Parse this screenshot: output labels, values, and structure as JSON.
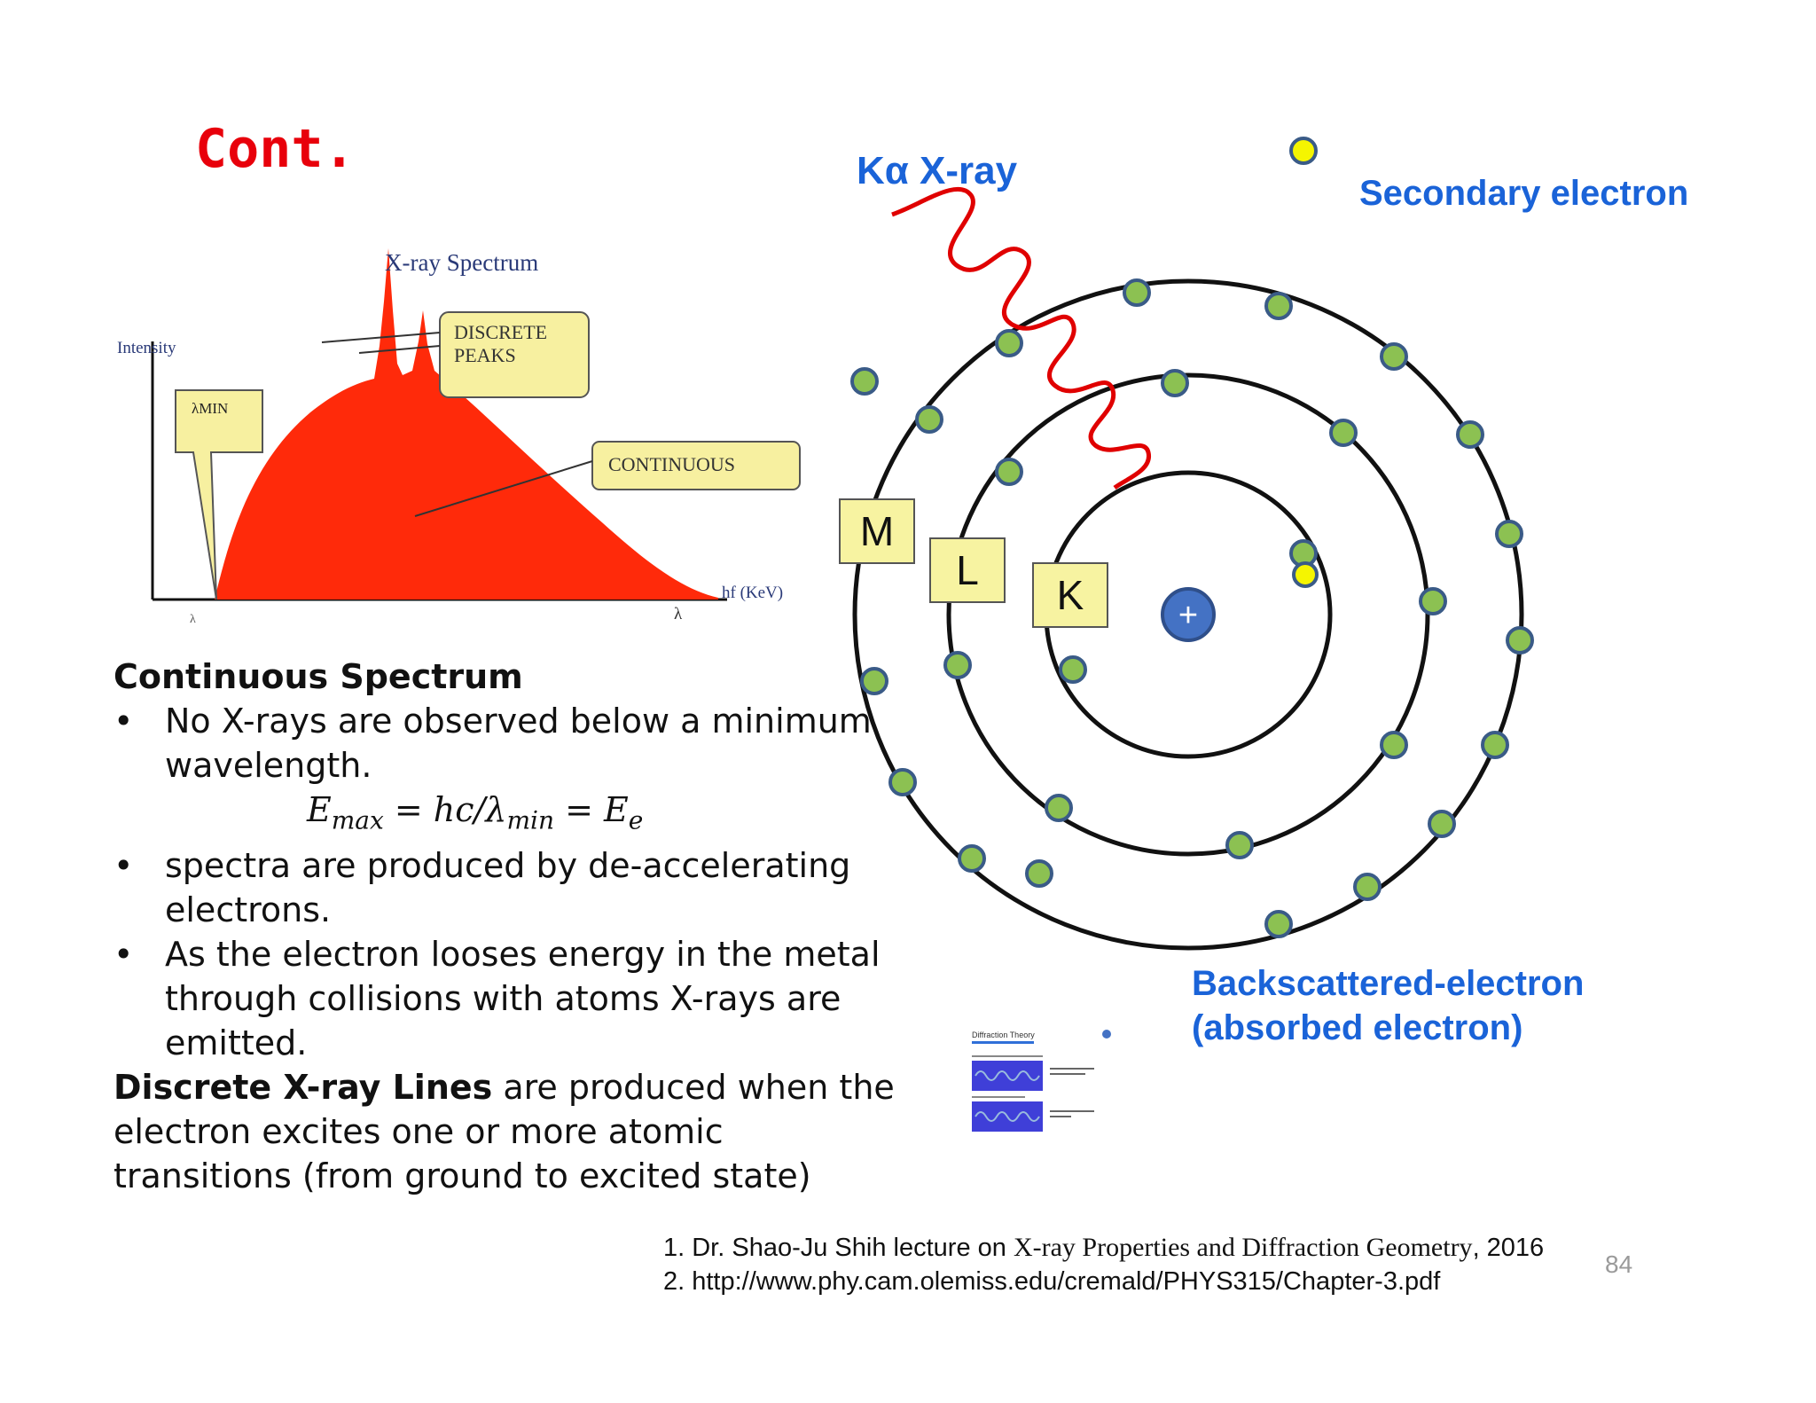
{
  "slide": {
    "title": "Cont.",
    "page_number": "84"
  },
  "spectrum_figure": {
    "title": "X-ray Spectrum",
    "y_label": "Intensity",
    "x_label": "hf (KeV)",
    "lambda_label": "λ",
    "lambda_min_tick": "λ",
    "callouts": {
      "lambda_min": "λMIN",
      "discrete_peaks_line1": "DISCRETE",
      "discrete_peaks_line2": "PEAKS",
      "continuous": "CONTINUOUS"
    },
    "colors": {
      "fill": "#ff2a0a",
      "callout": "#f7f0a0"
    }
  },
  "atom_figure": {
    "kalpha_label": "Kα X-ray",
    "secondary_label": "Secondary electron",
    "backscatter_line1": "Backscattered-electron",
    "backscatter_line2": "(absorbed electron)",
    "shells": {
      "m": "M",
      "l": "L",
      "k": "K"
    },
    "nucleus": "+",
    "colors": {
      "electron": "#8cc152",
      "secondary": "#f5f500",
      "nucleus": "#4472c4",
      "xray": "#e00000"
    }
  },
  "text": {
    "continuous_heading": "Continuous Spectrum",
    "bullet1_line1": "No X-rays are observed below a minimum",
    "bullet1_line2": "wavelength.",
    "formula_e": "E",
    "formula_e_sub": "max",
    "formula_mid": " = hc/λ",
    "formula_mid_sub": "min",
    "formula_end": " = E",
    "formula_end_sub": "e",
    "bullet2_line1": "spectra are produced by de-accelerating",
    "bullet2_line2": "electrons.",
    "bullet3_line1": "As the electron looses energy in the metal",
    "bullet3_line2": "through collisions with atoms X-rays are",
    "bullet3_line3": "emitted.",
    "discrete_bold": "Discrete X-ray Lines",
    "discrete_rest_line1": " are produced when the",
    "discrete_line2": "electron excites one or more atomic",
    "discrete_line3": "transitions  (from ground to excited state)"
  },
  "references": {
    "ref1_prefix": "1. Dr. Shao-Ju Shih lecture on ",
    "ref1_title": "X-ray Properties and Diffraction Geometry",
    "ref1_suffix": ", 2016",
    "ref2": "2. http://www.phy.cam.olemiss.edu/cremald/PHYS315/Chapter-3.pdf"
  },
  "thumbnail": {
    "title": "Diffraction Theory"
  }
}
